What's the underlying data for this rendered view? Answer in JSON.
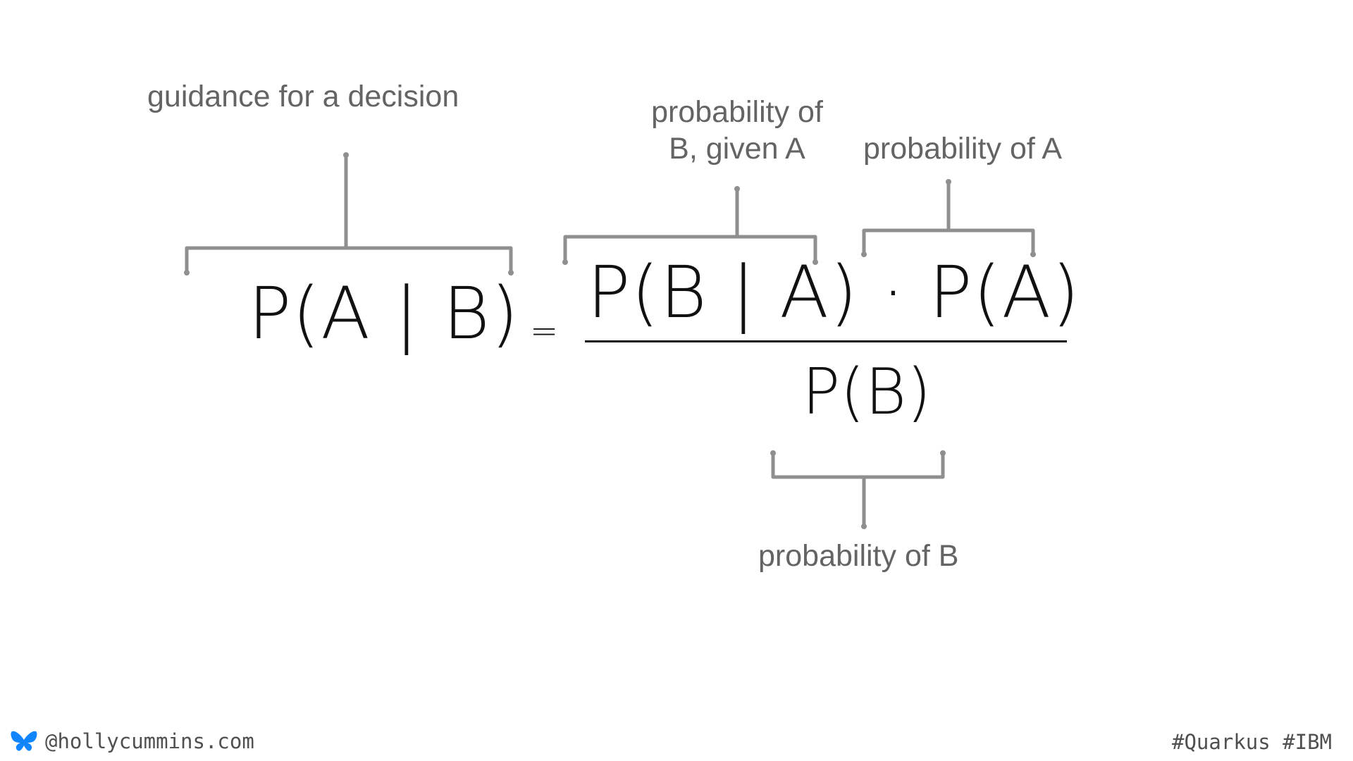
{
  "annotations": {
    "guidance": "guidance for a decision",
    "prob_b_given_a_line1": "probability of",
    "prob_b_given_a_line2": "B, given A",
    "prob_a": "probability of A",
    "prob_b": "probability of B"
  },
  "formula": {
    "lhs": "P(A | B)",
    "equals": "=",
    "numerator": "P(B | A) · P(A)",
    "denominator": "P(B)"
  },
  "footer": {
    "icon": "butterfly-icon",
    "handle": "@hollycummins.com",
    "tags": "#Quarkus #IBM"
  },
  "colors": {
    "annotation_text": "#646464",
    "bracket": "#8f8f8f",
    "formula": "#111111",
    "butterfly": "#1185fe"
  }
}
